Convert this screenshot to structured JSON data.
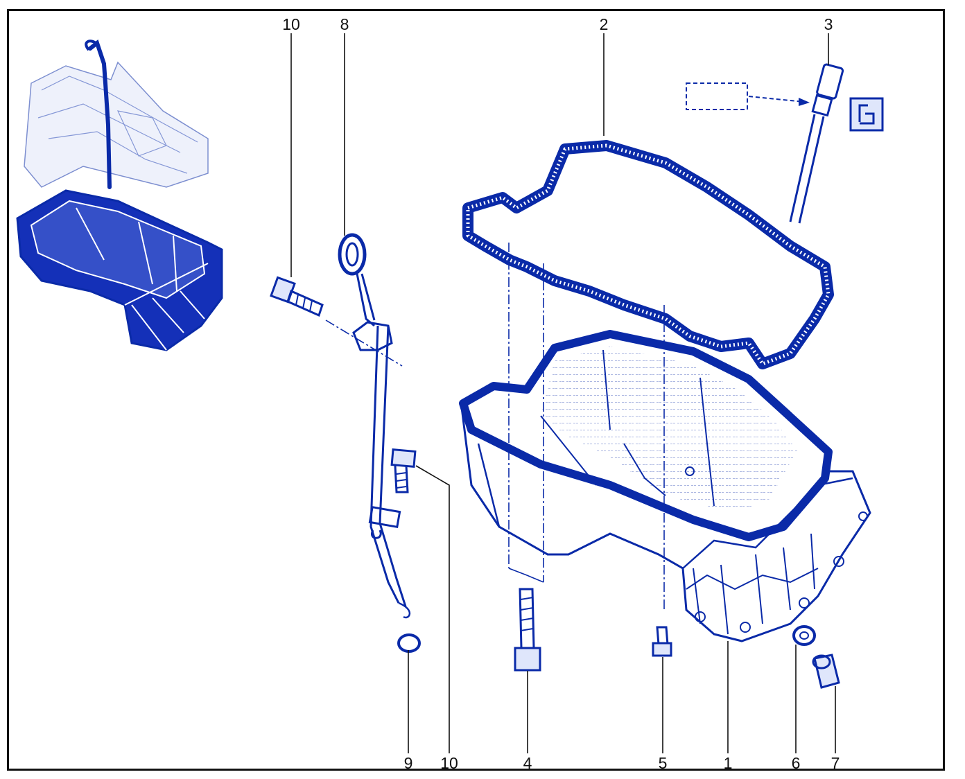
{
  "callouts": {
    "top": {
      "c10": "10",
      "c8": "8",
      "c2": "2",
      "c3": "3"
    },
    "bottom": {
      "c9": "9",
      "c10": "10",
      "c4": "4",
      "c5": "5",
      "c1": "1",
      "c6": "6",
      "c7": "7"
    }
  },
  "colors": {
    "part": "#0a2aa8",
    "fill": "#1430b8",
    "line": "#111111",
    "light": "#dfe6fb"
  },
  "icons": {
    "reference_icon": "oil-level-icon"
  }
}
